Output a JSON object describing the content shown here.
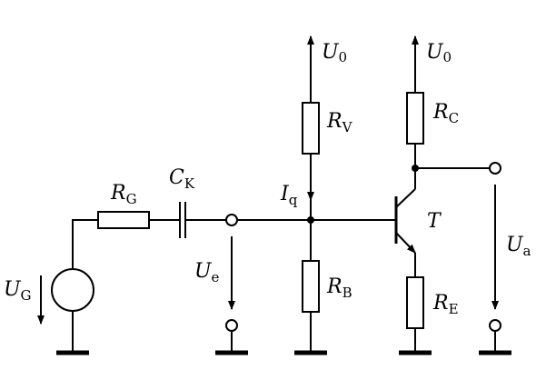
{
  "labels": {
    "u0_left": {
      "main": "U",
      "sub": "0"
    },
    "u0_right": {
      "main": "U",
      "sub": "0"
    },
    "rv": {
      "main": "R",
      "sub": "V"
    },
    "rc": {
      "main": "R",
      "sub": "C"
    },
    "rg": {
      "main": "R",
      "sub": "G"
    },
    "ck": {
      "main": "C",
      "sub": "K"
    },
    "iq": {
      "main": "I",
      "sub": "q"
    },
    "transistor": {
      "main": "T"
    },
    "ug": {
      "main": "U",
      "sub": "G"
    },
    "ue": {
      "main": "U",
      "sub": "e"
    },
    "rb": {
      "main": "R",
      "sub": "B"
    },
    "re": {
      "main": "R",
      "sub": "E"
    },
    "ua": {
      "main": "U",
      "sub": "a"
    }
  }
}
